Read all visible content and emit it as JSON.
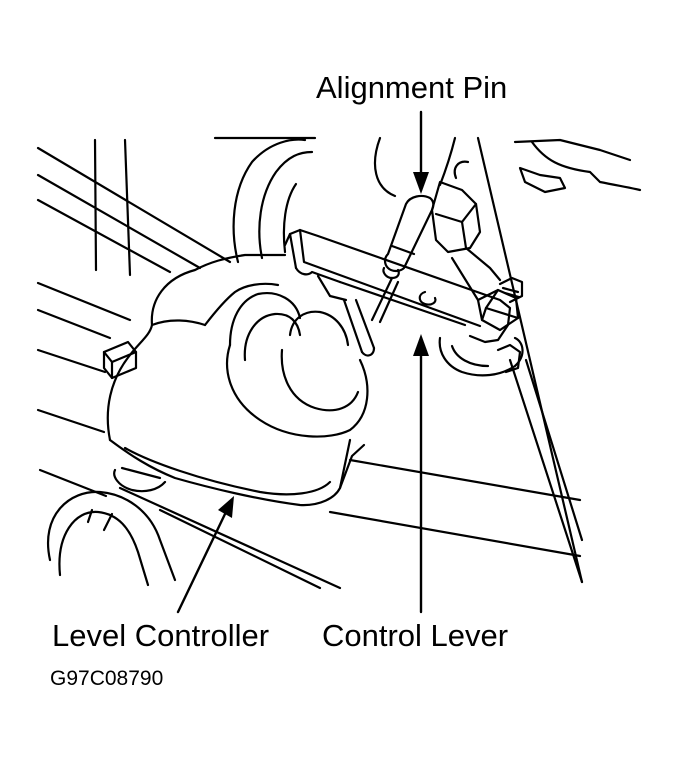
{
  "callouts": {
    "alignment_pin": "Alignment Pin",
    "level_controller": "Level Controller",
    "control_lever": "Control Lever"
  },
  "figure_code": "G97C08790",
  "colors": {
    "ink": "#000000",
    "background": "#ffffff"
  }
}
